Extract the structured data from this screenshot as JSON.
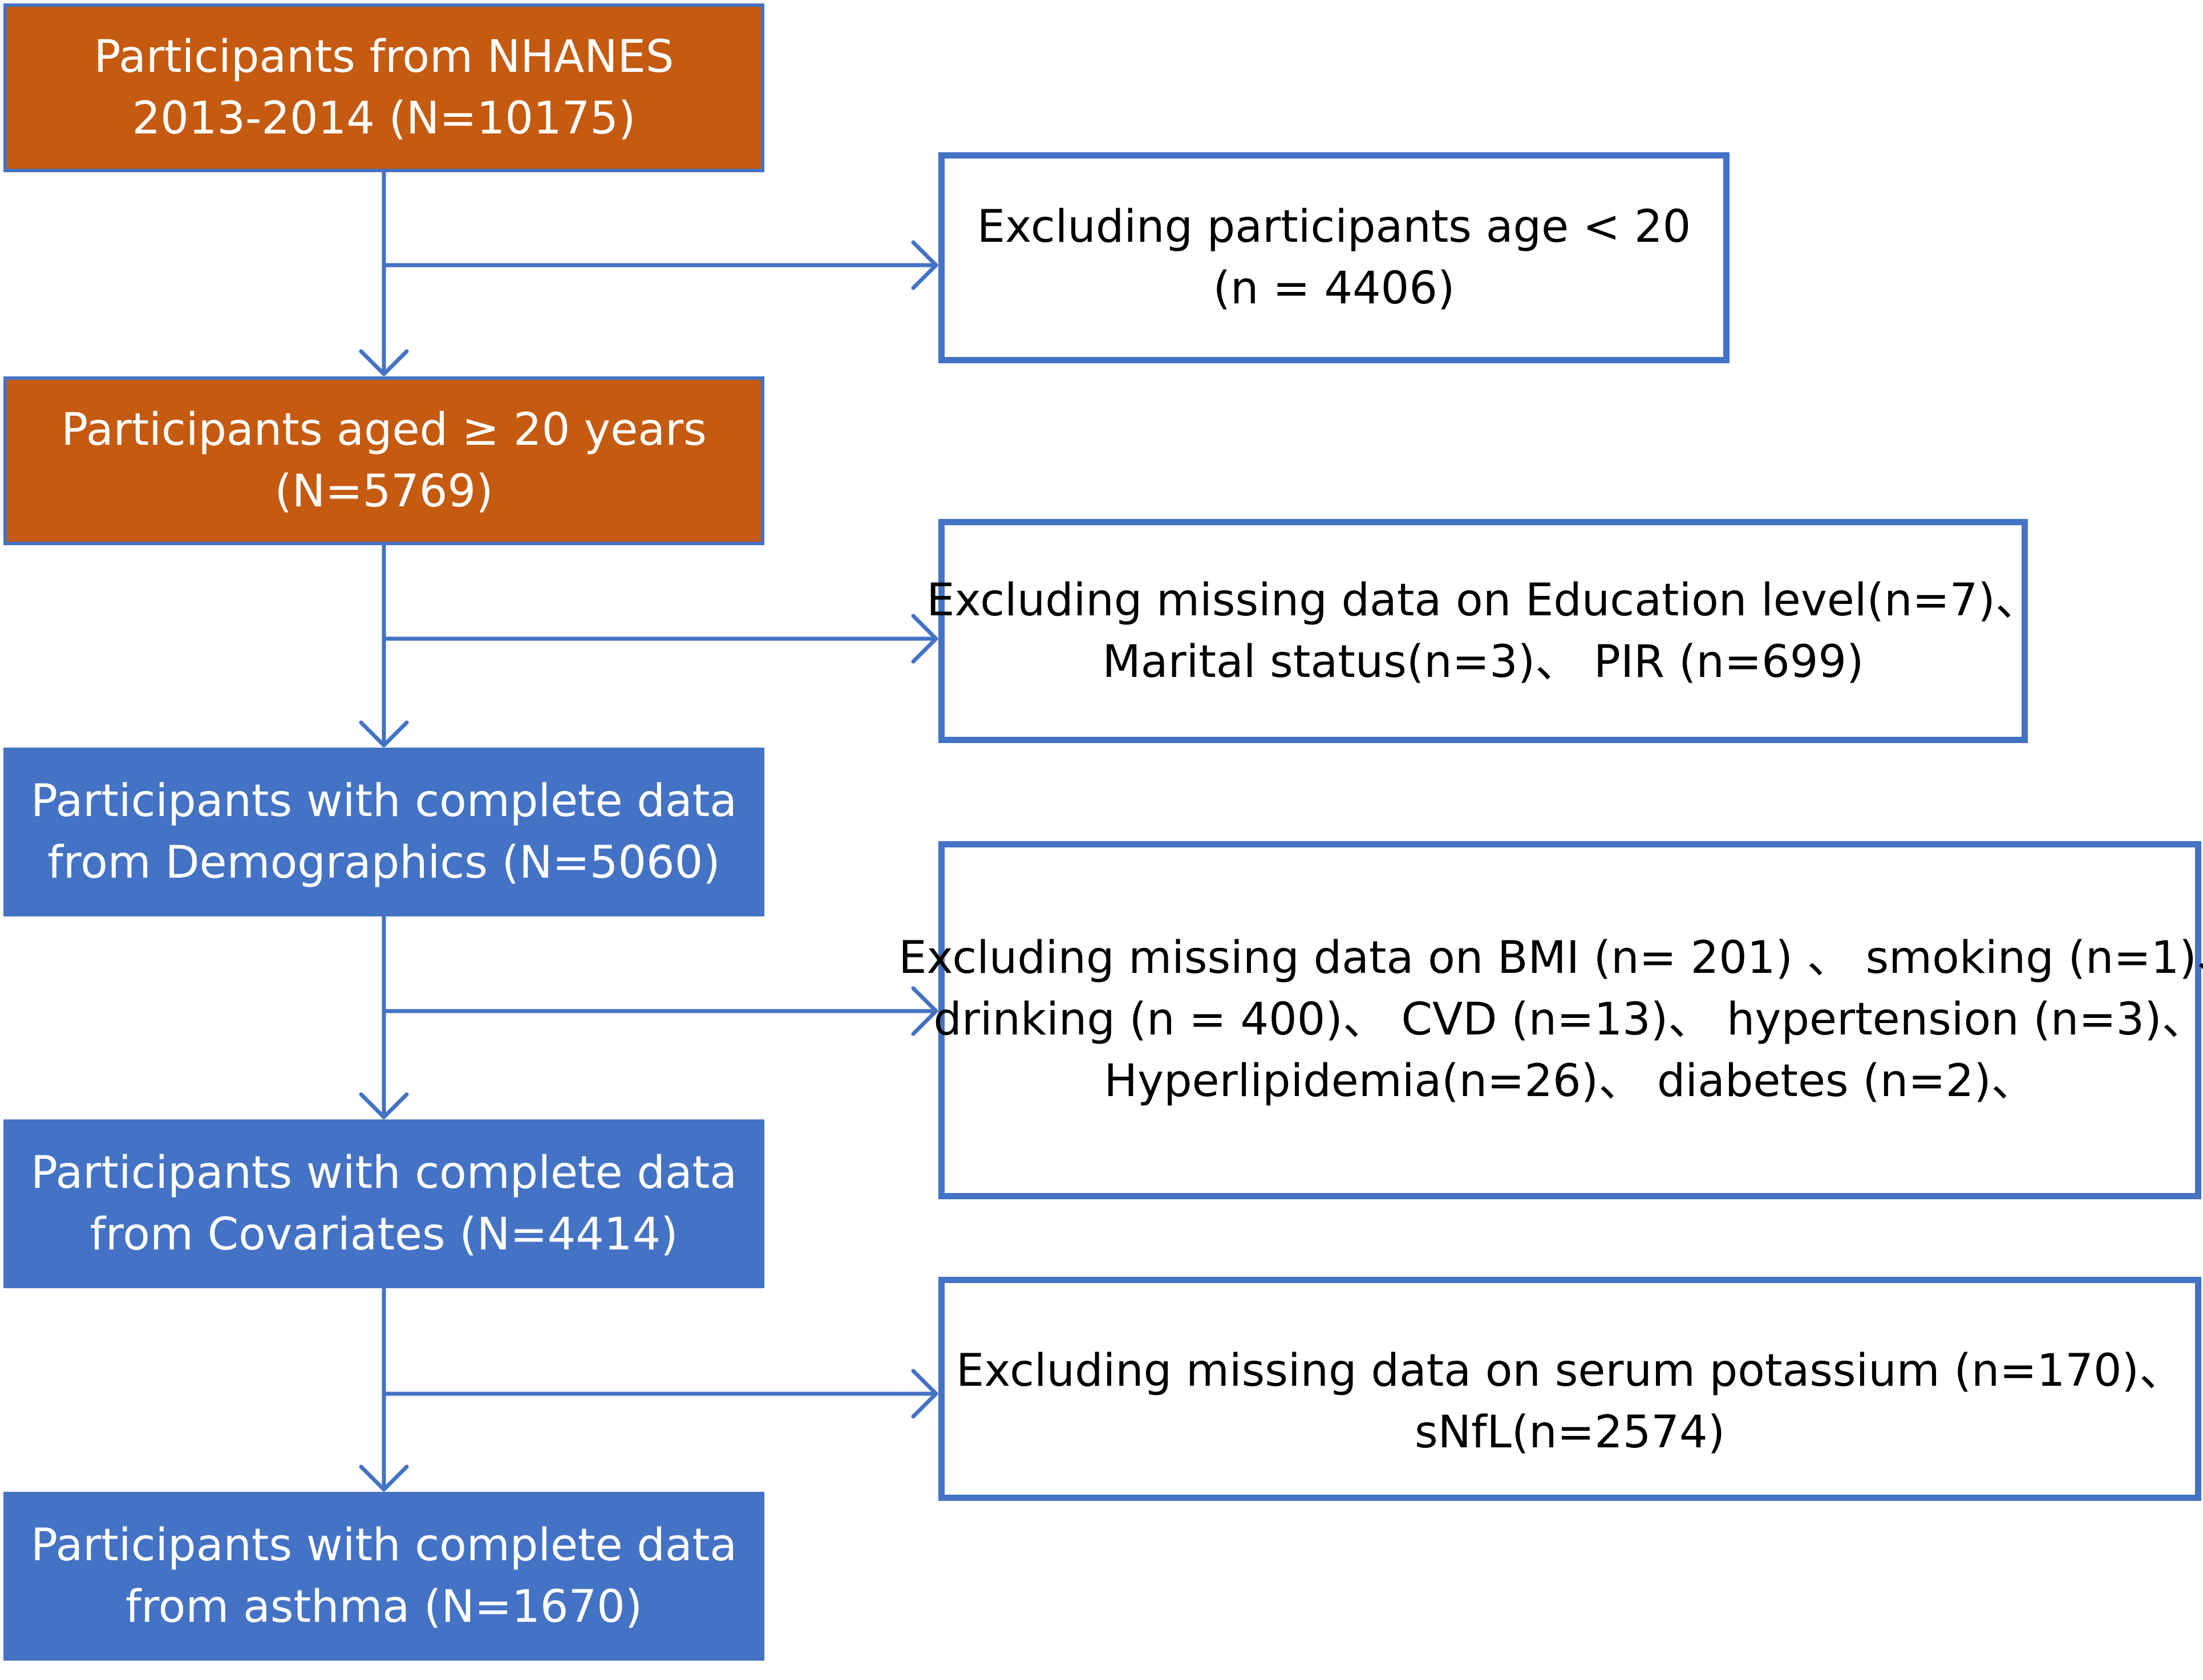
{
  "colors": {
    "orange_fill": "#c55a11",
    "blue_fill": "#4472c4",
    "connector": "#4472c4",
    "text_dark": "#000000",
    "text_light": "#ffffff"
  },
  "main_boxes": [
    {
      "lines": [
        "Participants from NHANES",
        "2013-2014 (N=10175)"
      ]
    },
    {
      "lines": [
        "Participants aged ≥ 20 years",
        "(N=5769)"
      ]
    },
    {
      "lines": [
        "Participants with complete data",
        "from Demographics (N=5060)"
      ]
    },
    {
      "lines": [
        "Participants with complete data",
        "from Covariates (N=4414)"
      ]
    },
    {
      "lines": [
        "Participants with complete data",
        "from asthma (N=1670)"
      ]
    }
  ],
  "exclusion_boxes": [
    {
      "lines": [
        "Excluding participants age < 20",
        "(n = 4406)"
      ]
    },
    {
      "lines": [
        "Excluding missing data on Education level(n=7)、",
        "Marital status(n=3)、 PIR (n=699)"
      ]
    },
    {
      "lines": [
        "Excluding missing data on BMI (n= 201) 、 smoking (n=1)、",
        "drinking (n = 400)、 CVD (n=13)、 hypertension (n=3)、",
        "Hyperlipidemia(n=26)、 diabetes (n=2)、"
      ]
    },
    {
      "lines": [
        "Excluding missing data on serum potassium (n=170)、",
        "sNfL(n=2574)"
      ]
    }
  ]
}
